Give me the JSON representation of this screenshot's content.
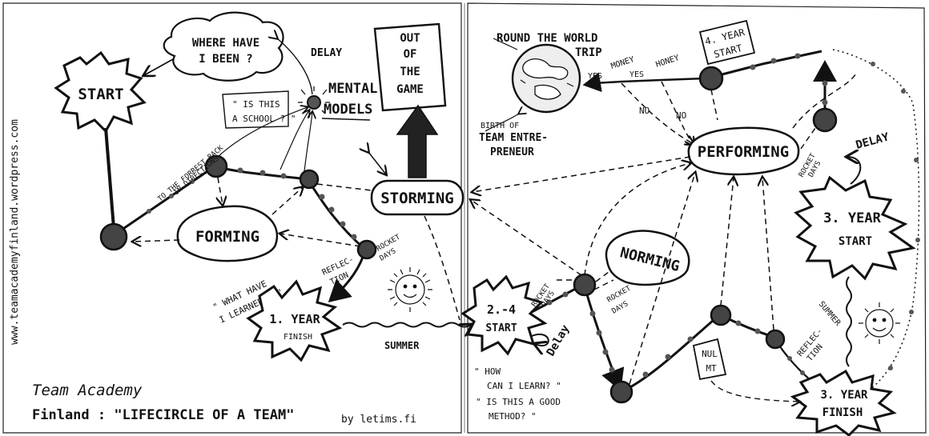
{
  "header": {
    "website": "www.teamacademyfinland.wordpress.com",
    "title_line1": "Team Academy",
    "title_line2": "Finland : \"LIFECIRCLE OF A TEAM\"",
    "credit": "by letims.fi"
  },
  "stages": {
    "start": "START",
    "forming": "FORMING",
    "storming": "STORMING",
    "norming": "NORMING",
    "performing": "PERFORMING",
    "out_of_game": [
      "OUT",
      "OF",
      "THE",
      "GAME"
    ],
    "mental_models": [
      "MENTAL",
      "MODELS"
    ],
    "where_have": [
      "WHERE HAVE",
      "I BEEN ?"
    ],
    "year1_finish": [
      "1. YEAR",
      "FINISH"
    ],
    "start_24": [
      "2.-4",
      "START"
    ],
    "year3_start": [
      "3. YEAR",
      "START"
    ],
    "year4_start": [
      "4. YEAR",
      "START"
    ],
    "year3_finish": [
      "3. YEAR",
      "FINISH"
    ]
  },
  "labels": {
    "delay_top": "DELAY",
    "is_school": [
      "\" IS THIS",
      "A SCHOOL ? \""
    ],
    "forgets": "TO THE FORREST BACK",
    "directions": "IN DIRECTIONS",
    "what_learned": [
      "\" WHAT HAVE",
      "I LEARNED ? \""
    ],
    "rocket_days_1": [
      "ROCKET",
      "DAYS"
    ],
    "reflection_1": [
      "REFLEC-",
      "TION"
    ],
    "summer_1": "SUMMER",
    "round_world": [
      "ROUND THE WORLD",
      "TRIP"
    ],
    "birth": [
      "BIRTH OF",
      "TEAM ENTRE-",
      "PRENEUR"
    ],
    "yes1": "YES",
    "money": "MONEY",
    "yes2": "YES",
    "honey": "HONEY",
    "no1": "NO",
    "no2": "NO",
    "rocket_days_2": [
      "ROCKET",
      "DAYS"
    ],
    "rocket_days_3": [
      "ROCKET",
      "DAYS"
    ],
    "rocket_days_4": [
      "ROCKET",
      "DAYS"
    ],
    "delay_bottom": "Delay",
    "delay_right": "DELAY",
    "how_learn": [
      "\" HOW",
      "CAN I LEARN? \"",
      "\" IS THIS A GOOD",
      "METHOD? \""
    ],
    "nul_mt": [
      "NUL",
      "MT"
    ],
    "summer_2": "SUMMER",
    "reflection_2": [
      "REFLEC-",
      "TION"
    ]
  }
}
